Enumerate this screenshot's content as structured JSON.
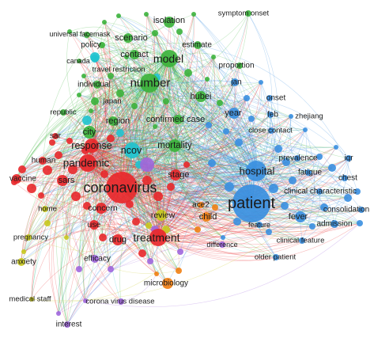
{
  "network": {
    "cluster_colors": {
      "red": "#e8282b",
      "green": "#3cb33c",
      "blue": "#3a8fe0",
      "yellow": "#c8c81e",
      "purple": "#a066dd",
      "cyan": "#1fc3cf",
      "orange": "#f07f13"
    },
    "terms": [
      {
        "id": "symptom_onset",
        "label": "symptom onset",
        "cluster": "green",
        "weight": 1
      },
      {
        "id": "isolation",
        "label": "isolation",
        "cluster": "green",
        "weight": 2
      },
      {
        "id": "universal_facemask",
        "label": "universal facemask",
        "cluster": "green",
        "weight": 1
      },
      {
        "id": "scenario",
        "label": "scenario",
        "cluster": "green",
        "weight": 2
      },
      {
        "id": "policy",
        "label": "policy",
        "cluster": "green",
        "weight": 1
      },
      {
        "id": "estimate",
        "label": "estimate",
        "cluster": "green",
        "weight": 1
      },
      {
        "id": "contact",
        "label": "contact",
        "cluster": "green",
        "weight": 2
      },
      {
        "id": "model",
        "label": "model",
        "cluster": "green",
        "weight": 4
      },
      {
        "id": "canada",
        "label": "canada",
        "cluster": "green",
        "weight": 1
      },
      {
        "id": "travel_restriction",
        "label": "travel restriction",
        "cluster": "cyan",
        "weight": 1
      },
      {
        "id": "proportion",
        "label": "proportion",
        "cluster": "green",
        "weight": 1
      },
      {
        "id": "number",
        "label": "number",
        "cluster": "green",
        "weight": 4
      },
      {
        "id": "individual",
        "label": "individual",
        "cluster": "green",
        "weight": 2
      },
      {
        "id": "jan",
        "label": "jan",
        "cluster": "blue",
        "weight": 1
      },
      {
        "id": "hubei",
        "label": "hubei",
        "cluster": "green",
        "weight": 2
      },
      {
        "id": "onset",
        "label": "onset",
        "cluster": "blue",
        "weight": 1
      },
      {
        "id": "japan",
        "label": "japan",
        "cluster": "green",
        "weight": 1
      },
      {
        "id": "republic",
        "label": "republic",
        "cluster": "green",
        "weight": 1
      },
      {
        "id": "year",
        "label": "year",
        "cluster": "blue",
        "weight": 2
      },
      {
        "id": "feb",
        "label": "feb",
        "cluster": "blue",
        "weight": 1
      },
      {
        "id": "zhejiang",
        "label": "zhejiang",
        "cluster": "blue",
        "weight": 1
      },
      {
        "id": "region",
        "label": "region",
        "cluster": "green",
        "weight": 2
      },
      {
        "id": "confirmed_case",
        "label": "confirmed case",
        "cluster": "green",
        "weight": 2
      },
      {
        "id": "close_contact",
        "label": "close contact",
        "cluster": "blue",
        "weight": 1
      },
      {
        "id": "city",
        "label": "city",
        "cluster": "green",
        "weight": 2
      },
      {
        "id": "sar",
        "label": "sar",
        "cluster": "red",
        "weight": 1
      },
      {
        "id": "response",
        "label": "response",
        "cluster": "red",
        "weight": 3
      },
      {
        "id": "ncov",
        "label": "ncov",
        "cluster": "cyan",
        "weight": 3
      },
      {
        "id": "mortality",
        "label": "mortality",
        "cluster": "green",
        "weight": 2
      },
      {
        "id": "prevalence",
        "label": "prevalence",
        "cluster": "blue",
        "weight": 1
      },
      {
        "id": "iqr",
        "label": "iqr",
        "cluster": "blue",
        "weight": 1
      },
      {
        "id": "human",
        "label": "human",
        "cluster": "red",
        "weight": 1
      },
      {
        "id": "pandemic",
        "label": "pandemic",
        "cluster": "red",
        "weight": 3
      },
      {
        "id": "fatigue",
        "label": "fatigue",
        "cluster": "blue",
        "weight": 1
      },
      {
        "id": "chest",
        "label": "chest",
        "cluster": "blue",
        "weight": 1
      },
      {
        "id": "hospital",
        "label": "hospital",
        "cluster": "blue",
        "weight": 3
      },
      {
        "id": "stage",
        "label": "stage",
        "cluster": "red",
        "weight": 2
      },
      {
        "id": "vaccine",
        "label": "vaccine",
        "cluster": "red",
        "weight": 2
      },
      {
        "id": "sars",
        "label": "sars",
        "cluster": "red",
        "weight": 2
      },
      {
        "id": "coronavirus",
        "label": "coronavirus",
        "cluster": "red",
        "weight": 6
      },
      {
        "id": "clinical_characteristic",
        "label": "clinical characteristic",
        "cluster": "blue",
        "weight": 1
      },
      {
        "id": "patient",
        "label": "patient",
        "cluster": "blue",
        "weight": 6
      },
      {
        "id": "concern",
        "label": "concern",
        "cluster": "red",
        "weight": 2
      },
      {
        "id": "ace2",
        "label": "ace2",
        "cluster": "orange",
        "weight": 1
      },
      {
        "id": "home",
        "label": "home",
        "cluster": "yellow",
        "weight": 1
      },
      {
        "id": "review",
        "label": "review",
        "cluster": "yellow",
        "weight": 2
      },
      {
        "id": "child",
        "label": "child",
        "cluster": "orange",
        "weight": 2
      },
      {
        "id": "fever",
        "label": "fever",
        "cluster": "blue",
        "weight": 2
      },
      {
        "id": "consolidation",
        "label": "consolidation",
        "cluster": "blue",
        "weight": 1
      },
      {
        "id": "use",
        "label": "use",
        "cluster": "red",
        "weight": 2
      },
      {
        "id": "admission",
        "label": "admission",
        "cluster": "blue",
        "weight": 1
      },
      {
        "id": "pregnancy",
        "label": "pregnancy",
        "cluster": "yellow",
        "weight": 1
      },
      {
        "id": "drug",
        "label": "drug",
        "cluster": "red",
        "weight": 2
      },
      {
        "id": "treatment",
        "label": "treatment",
        "cluster": "red",
        "weight": 4
      },
      {
        "id": "feature",
        "label": "feature",
        "cluster": "blue",
        "weight": 1
      },
      {
        "id": "clinical_feature",
        "label": "clinical feature",
        "cluster": "blue",
        "weight": 1
      },
      {
        "id": "difference",
        "label": "difference",
        "cluster": "purple",
        "weight": 1
      },
      {
        "id": "older_patient",
        "label": "older patient",
        "cluster": "blue",
        "weight": 1
      },
      {
        "id": "anxiety",
        "label": "anxiety",
        "cluster": "yellow",
        "weight": 1
      },
      {
        "id": "efficacy",
        "label": "efficacy",
        "cluster": "purple",
        "weight": 2
      },
      {
        "id": "microbiology",
        "label": "microbiology",
        "cluster": "orange",
        "weight": 2
      },
      {
        "id": "medical_staff",
        "label": "medical staff",
        "cluster": "yellow",
        "weight": 1
      },
      {
        "id": "corona_virus_disease",
        "label": "corona virus disease",
        "cluster": "purple",
        "weight": 1
      },
      {
        "id": "interest",
        "label": "interest",
        "cluster": "purple",
        "weight": 1
      }
    ]
  }
}
